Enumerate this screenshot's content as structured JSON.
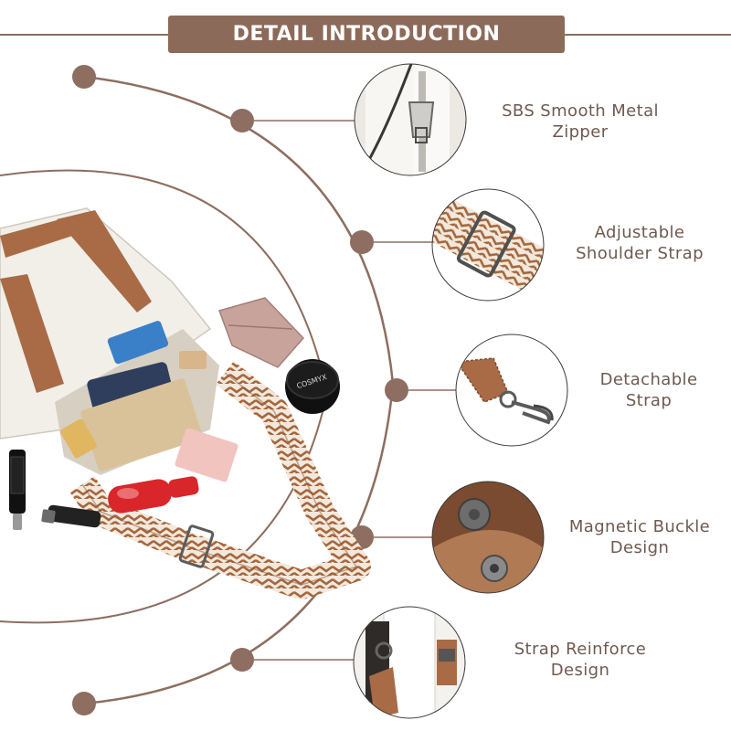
{
  "header": {
    "title": "DETAIL INTRODUCTION"
  },
  "features": [
    {
      "line1": "SBS Smooth Metal",
      "line2": "Zipper",
      "icon": "zipper-detail-icon"
    },
    {
      "line1": "Adjustable",
      "line2": "Shoulder Strap",
      "icon": "shoulder-strap-detail-icon"
    },
    {
      "line1": "Detachable",
      "line2": "Strap",
      "icon": "detachable-strap-hook-icon"
    },
    {
      "line1": "Magnetic Buckle",
      "line2": "Design",
      "icon": "magnetic-buckle-icon"
    },
    {
      "line1": "Strap Reinforce",
      "line2": "Design",
      "icon": "strap-reinforce-icon"
    }
  ],
  "product": {
    "compact_brand": "COSMYX"
  },
  "colors": {
    "accent_brown": "#8c6a5a",
    "line_brown": "#8d6e60",
    "label_text": "#6e5a50",
    "leather_brown": "#a86b45",
    "bag_white": "#f2efe9"
  }
}
